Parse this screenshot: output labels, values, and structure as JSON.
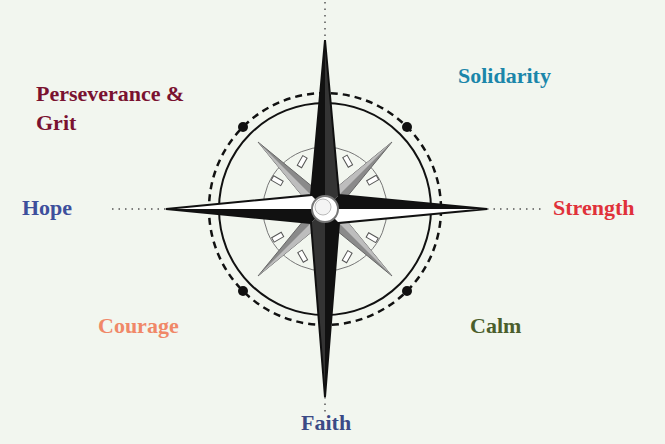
{
  "diagram": {
    "labels": [
      "Perseverance & Grit",
      "Solidarity",
      "Hope",
      "Strength",
      "Courage",
      "Calm",
      "Faith"
    ]
  }
}
